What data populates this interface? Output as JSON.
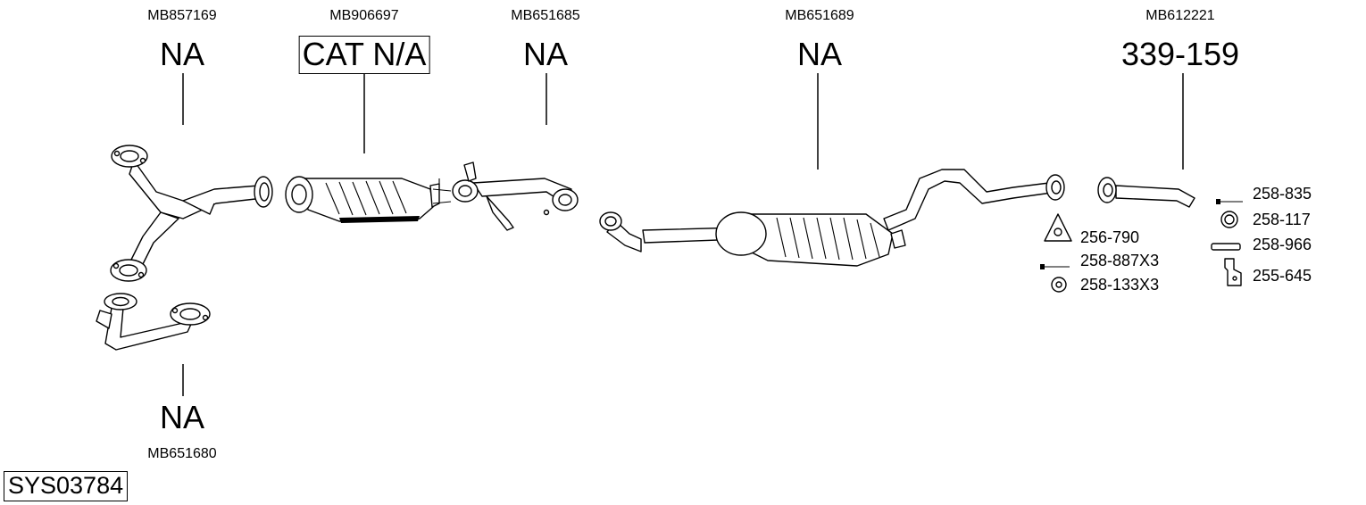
{
  "parts": [
    {
      "id": "front-pipe-upper",
      "oem": "MB857169",
      "code": "NA"
    },
    {
      "id": "catalyst",
      "oem": "MB906697",
      "code": "CAT N/A"
    },
    {
      "id": "center-pipe",
      "oem": "MB651685",
      "code": "NA"
    },
    {
      "id": "middle-silencer",
      "oem": "MB651689",
      "code": "NA"
    },
    {
      "id": "tail-pipe",
      "oem": "MB612221",
      "code": "339-159"
    },
    {
      "id": "front-pipe-lower",
      "oem": "MB651680",
      "code": "NA"
    }
  ],
  "accessories": [
    {
      "code": "258-835",
      "icon": "bolt-icon"
    },
    {
      "code": "258-117",
      "icon": "ring-icon"
    },
    {
      "code": "258-966",
      "icon": "clamp-icon"
    },
    {
      "code": "255-645",
      "icon": "bracket-icon"
    },
    {
      "code": "256-790",
      "icon": "gasket-icon"
    },
    {
      "code": "258-887X3",
      "icon": "bolt-icon"
    },
    {
      "code": "258-133X3",
      "icon": "ring-icon"
    }
  ],
  "system_code": "SYS03784"
}
